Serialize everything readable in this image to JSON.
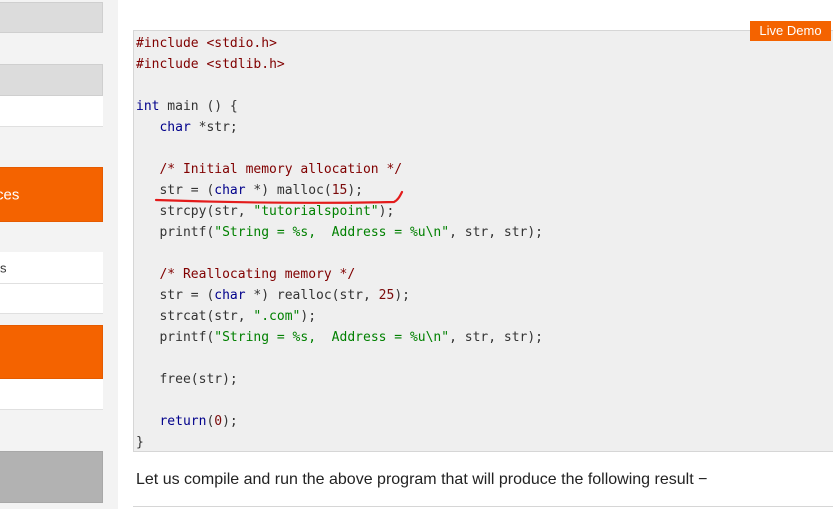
{
  "sidebar": {
    "items": [
      {
        "label": "",
        "style": "grey"
      },
      {
        "label": "",
        "style": "grey"
      },
      {
        "label": "",
        "style": "white"
      },
      {
        "label": "ces",
        "style": "orange"
      },
      {
        "label": "s",
        "style": "white"
      },
      {
        "label": "",
        "style": "orange"
      },
      {
        "label": "",
        "style": "grey"
      }
    ]
  },
  "toolbar": {
    "live_demo_label": "Live Demo"
  },
  "code": {
    "lines": [
      [
        {
          "t": "#include ",
          "c": "pre"
        },
        {
          "t": "<stdio.h>",
          "c": "pre"
        }
      ],
      [
        {
          "t": "#include ",
          "c": "pre"
        },
        {
          "t": "<stdlib.h>",
          "c": "pre"
        }
      ],
      [],
      [
        {
          "t": "int",
          "c": "kw"
        },
        {
          "t": " main () {",
          "c": ""
        }
      ],
      [
        {
          "t": "   ",
          "c": ""
        },
        {
          "t": "char",
          "c": "kw"
        },
        {
          "t": " *str;",
          "c": ""
        }
      ],
      [],
      [
        {
          "t": "   ",
          "c": ""
        },
        {
          "t": "/* Initial memory allocation */",
          "c": "cm"
        }
      ],
      [
        {
          "t": "   str = (",
          "c": ""
        },
        {
          "t": "char",
          "c": "kw"
        },
        {
          "t": " *) malloc(",
          "c": ""
        },
        {
          "t": "15",
          "c": "num"
        },
        {
          "t": ");",
          "c": ""
        }
      ],
      [
        {
          "t": "   strcpy(str, ",
          "c": ""
        },
        {
          "t": "\"tutorialspoint\"",
          "c": "str"
        },
        {
          "t": ");",
          "c": ""
        }
      ],
      [
        {
          "t": "   printf(",
          "c": ""
        },
        {
          "t": "\"String = %s,  Address = %u\\n\"",
          "c": "str"
        },
        {
          "t": ", str, str);",
          "c": ""
        }
      ],
      [],
      [
        {
          "t": "   ",
          "c": ""
        },
        {
          "t": "/* Reallocating memory */",
          "c": "cm"
        }
      ],
      [
        {
          "t": "   str = (",
          "c": ""
        },
        {
          "t": "char",
          "c": "kw"
        },
        {
          "t": " *) realloc(str, ",
          "c": ""
        },
        {
          "t": "25",
          "c": "num"
        },
        {
          "t": ");",
          "c": ""
        }
      ],
      [
        {
          "t": "   strcat(str, ",
          "c": ""
        },
        {
          "t": "\".com\"",
          "c": "str"
        },
        {
          "t": ");",
          "c": ""
        }
      ],
      [
        {
          "t": "   printf(",
          "c": ""
        },
        {
          "t": "\"String = %s,  Address = %u\\n\"",
          "c": "str"
        },
        {
          "t": ", str, str);",
          "c": ""
        }
      ],
      [],
      [
        {
          "t": "   free(str);",
          "c": ""
        }
      ],
      [],
      [
        {
          "t": "   ",
          "c": ""
        },
        {
          "t": "return",
          "c": "kw"
        },
        {
          "t": "(",
          "c": ""
        },
        {
          "t": "0",
          "c": "num"
        },
        {
          "t": ");",
          "c": ""
        }
      ],
      [
        {
          "t": "}",
          "c": ""
        }
      ]
    ]
  },
  "content": {
    "paragraph": "Let us compile and run the above program that will produce the following result −"
  },
  "colors": {
    "accent": "#f46300",
    "code_bg": "#efefef",
    "annotation": "#e31b1b"
  }
}
